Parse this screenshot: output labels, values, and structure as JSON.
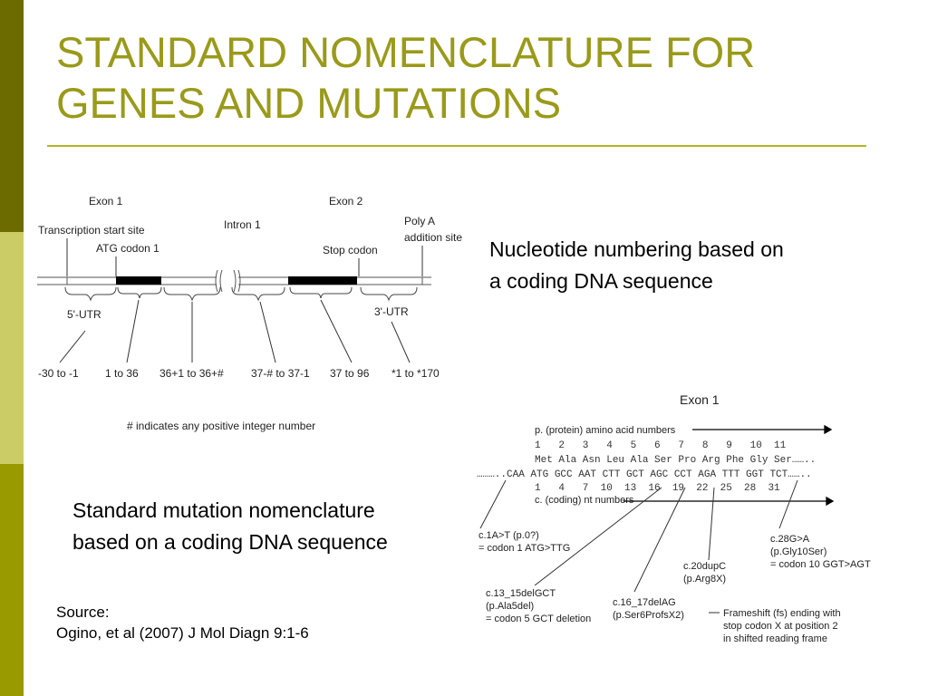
{
  "slide": {
    "title_line1": "STANDARD NOMENCLATURE FOR",
    "title_line2": "GENES AND MUTATIONS",
    "text_nucleotide_1": "Nucleotide numbering based on",
    "text_nucleotide_2": "a coding DNA sequence",
    "text_mutation_1": "Standard mutation nomenclature",
    "text_mutation_2": "based on a coding DNA sequence",
    "source_label": "Source:",
    "source_ref": "Ogino, et al (2007) J Mol Diagn 9:1-6",
    "colors": {
      "title": "#9a9a1a",
      "sidebar_dark": "#6b6b00",
      "sidebar_light": "#cccc66",
      "sidebar_mid": "#999900"
    }
  },
  "gene_diagram": {
    "exon1": "Exon 1",
    "exon2": "Exon 2",
    "transcription_start": "Transcription start site",
    "atg_codon": "ATG codon 1",
    "intron": "Intron 1",
    "stop_codon": "Stop codon",
    "poly_a_1": "Poly A",
    "poly_a_2": "addition site",
    "utr5": "5'-UTR",
    "utr3": "3'-UTR",
    "pos1": "-30 to -1",
    "pos2": "1 to 36",
    "pos3": "36+1 to 36+#",
    "pos4": "37-# to 37-1",
    "pos5": "37 to 96",
    "pos6": "*1 to *170",
    "note": "# indicates any positive integer number"
  },
  "mutation_diagram": {
    "exon": "Exon 1",
    "protein_label": "p. (protein) amino acid numbers",
    "aa_numbers": "1   2   3   4   5   6   7   8   9   10  11",
    "aa_seq": "Met Ala Asn Leu Ala Ser Pro Arg Phe Gly Ser……..",
    "dna_seq": "………..CAA ATG GCC AAT CTT GCT AGC CCT AGA TTT GGT TCT……..",
    "nt_numbers": "1   4   7  10  13  16  19  22  25  28  31",
    "coding_label": "c. (coding) nt numbers",
    "m1_a": "c.1A>T (p.0?)",
    "m1_b": "= codon 1 ATG>TTG",
    "m2_a": "c.13_15delGCT",
    "m2_b": "(p.Ala5del)",
    "m2_c": "= codon 5 GCT deletion",
    "m3_a": "c.16_17delAG",
    "m3_b": "(p.Ser6ProfsX2)",
    "m4_a": "c.20dupC",
    "m4_b": "(p.Arg8X)",
    "m5_a": "c.28G>A",
    "m5_b": "(p.Gly10Ser)",
    "m5_c": "= codon 10 GGT>AGT",
    "fs_1": "Frameshift (fs) ending with",
    "fs_2": "stop codon X at position 2",
    "fs_3": "in shifted reading frame"
  }
}
